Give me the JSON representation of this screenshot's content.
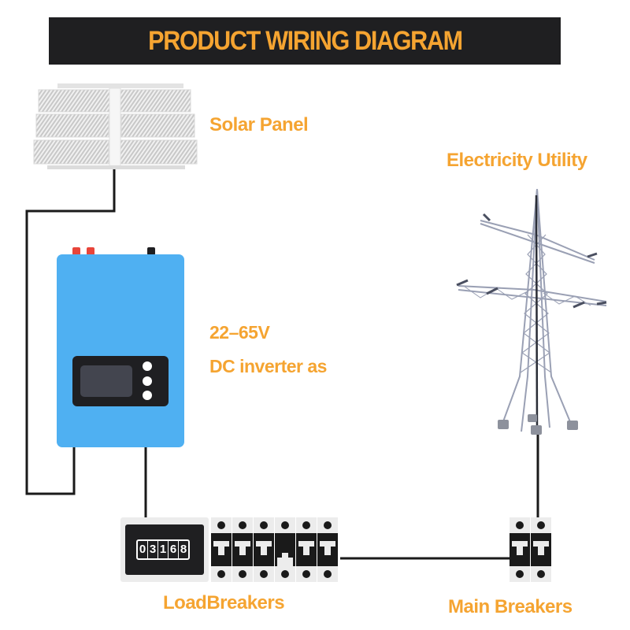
{
  "header": {
    "title": "PRODUCT WIRING DIAGRAM"
  },
  "colors": {
    "accent": "#f5a431",
    "banner_bg": "#1f1f21",
    "inverter_body": "#4fb0f2",
    "inverter_panel": "#1f1f22",
    "inverter_screen": "#43454f",
    "terminal_red": "#e8453a",
    "wire": "#1a1a1a",
    "breaker_bg": "#ececec"
  },
  "components": {
    "solar_panel": {
      "label": "Solar Panel",
      "icon": "solar-panel-icon"
    },
    "utility": {
      "label": "Electricity Utility",
      "icon": "transmission-tower-icon"
    },
    "inverter": {
      "line1": "22–65V",
      "line2": "DC inverter as",
      "icon": "inverter-icon",
      "indicator_buttons": 3
    },
    "load_breakers": {
      "label": "LoadBreakers",
      "meter_digits": [
        "0",
        "3",
        "1",
        "6",
        "8"
      ],
      "breaker_count": 6
    },
    "main_breakers": {
      "label": "Main Breakers",
      "breaker_count": 2
    }
  }
}
